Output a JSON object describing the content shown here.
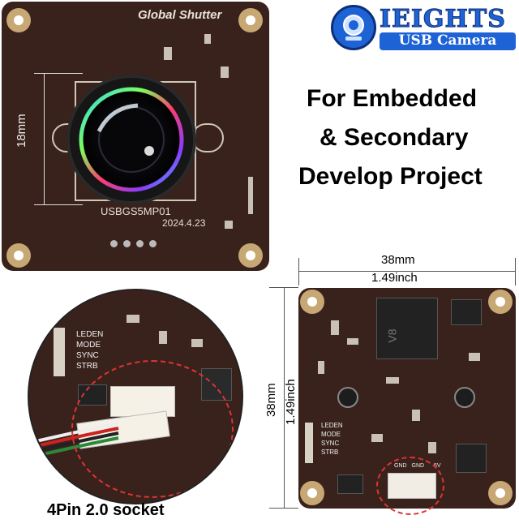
{
  "top_board": {
    "title": "Global Shutter",
    "model": "USBGS5MP01",
    "date": "2024.4.23",
    "dimension": "18mm"
  },
  "logo": {
    "brand": "IEIGHTS",
    "subtitle": "USB Camera"
  },
  "headline": {
    "line1": "For Embedded",
    "line2": "& Secondary",
    "line3": "Develop Project"
  },
  "back_board": {
    "width_mm": "38mm",
    "width_inch": "1.49inch",
    "height_mm": "38mm",
    "height_inch": "1.49inch",
    "chip_text": "V8",
    "pin_labels": [
      "LEDEN",
      "MODE",
      "SYNC",
      "STRB"
    ],
    "socket_pins": [
      "GND",
      "GND",
      "5V"
    ]
  },
  "zoom": {
    "pin_labels": [
      "LEDEN",
      "MODE",
      "SYNC",
      "STRB"
    ],
    "socket_label": "4Pin 2.0 socket"
  },
  "colors": {
    "board": "#3a221c",
    "pad": "#c7a773",
    "logo_blue": "#1e63d6"
  }
}
